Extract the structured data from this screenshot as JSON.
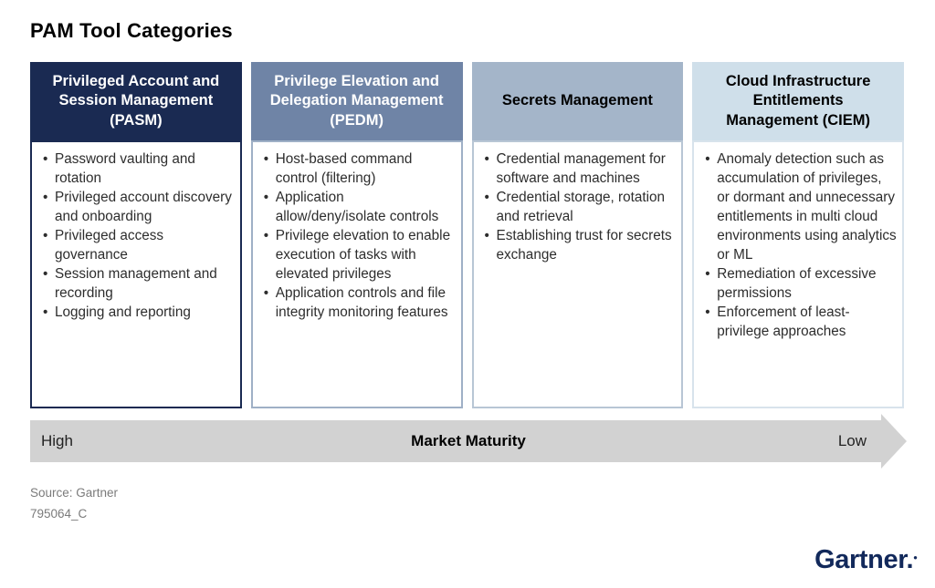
{
  "title": "PAM Tool Categories",
  "columns": [
    {
      "id": "pasm",
      "header_lines": [
        "Privileged Account and",
        "Session Management",
        "(PASM)"
      ],
      "header_bg": "#1a2a52",
      "header_text": "#ffffff",
      "border_color": "#1a2a52",
      "bullets": [
        "Password vaulting and rotation",
        "Privileged account discovery and onboarding",
        "Privileged access governance",
        "Session management and recording",
        "Logging and reporting"
      ]
    },
    {
      "id": "pedm",
      "header_lines": [
        "Privilege Elevation and",
        "Delegation Management",
        "(PEDM)"
      ],
      "header_bg": "#6f84a6",
      "header_text": "#ffffff",
      "border_color": "#9fb0c6",
      "bullets": [
        "Host-based command control (filtering)",
        "Application allow/deny/isolate controls",
        "Privilege elevation to enable execution of tasks with elevated privileges",
        "Application controls and file integrity monitoring features"
      ]
    },
    {
      "id": "secrets-management",
      "header_lines": [
        "Secrets Management"
      ],
      "header_bg": "#a4b5c9",
      "header_text": "#000000",
      "border_color": "#b8c6d5",
      "bullets": [
        "Credential management for software and machines",
        "Credential storage, rotation and retrieval",
        "Establishing trust for secrets exchange"
      ]
    },
    {
      "id": "ciem",
      "header_lines": [
        "Cloud Infrastructure",
        "Entitlements",
        "Management (CIEM)"
      ],
      "header_bg": "#cfdfea",
      "header_text": "#000000",
      "border_color": "#d8e3ec",
      "bullets": [
        "Anomaly detection such as accumulation of privileges, or dormant and unnecessary entitlements in multi cloud environments using analytics or ML",
        "Remediation of excessive permissions",
        "Enforcement of least-privilege approaches"
      ]
    }
  ],
  "maturity_axis": {
    "left_label": "High",
    "center_label": "Market Maturity",
    "right_label": "Low",
    "bar_color": "#d2d2d2"
  },
  "footer": {
    "source": "Source: Gartner",
    "doc_id": "795064_C"
  },
  "brand": {
    "logo_text": "Gartner",
    "logo_suffix": ".",
    "logo_color": "#12295b"
  }
}
